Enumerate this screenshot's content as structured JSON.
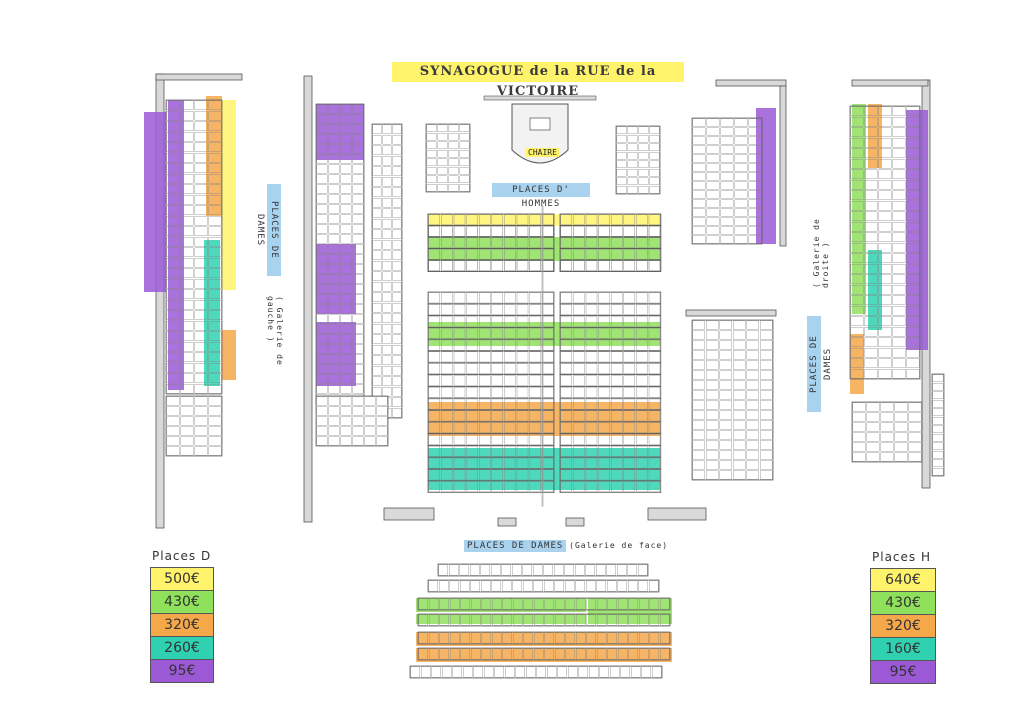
{
  "title": "SYNAGOGUE de la RUE de la VICTOIRE",
  "labels": {
    "chaire": "CHAIRE",
    "places_hommes": "PLACES D' HOMMES",
    "places_dames_left": "PLACES DE DAMES",
    "galerie_gauche": "( Galerie de gauche )",
    "places_dames_right": "PLACES DE DAMES",
    "galerie_droite": "( Galerie de droite )",
    "places_dames_face": "PLACES DE DAMES",
    "galerie_face": "(Galerie de face)"
  },
  "legend_d": {
    "title": "Places D",
    "rows": [
      {
        "price": "500€",
        "color": "#fff36b"
      },
      {
        "price": "430€",
        "color": "#8fe05a"
      },
      {
        "price": "320€",
        "color": "#f5a84a"
      },
      {
        "price": "260€",
        "color": "#2fd1b0"
      },
      {
        "price": "95€",
        "color": "#9b59d6"
      }
    ]
  },
  "legend_h": {
    "title": "Places H",
    "rows": [
      {
        "price": "640€",
        "color": "#fff36b"
      },
      {
        "price": "430€",
        "color": "#8fe05a"
      },
      {
        "price": "320€",
        "color": "#f5a84a"
      },
      {
        "price": "160€",
        "color": "#2fd1b0"
      },
      {
        "price": "95€",
        "color": "#9b59d6"
      }
    ]
  },
  "colors": {
    "yellow": "#fff36b",
    "green": "#8fe05a",
    "orange": "#f5a84a",
    "teal": "#2fd1b0",
    "purple": "#9b59d6",
    "wall": "#d9d9d9",
    "ink": "#555555"
  }
}
